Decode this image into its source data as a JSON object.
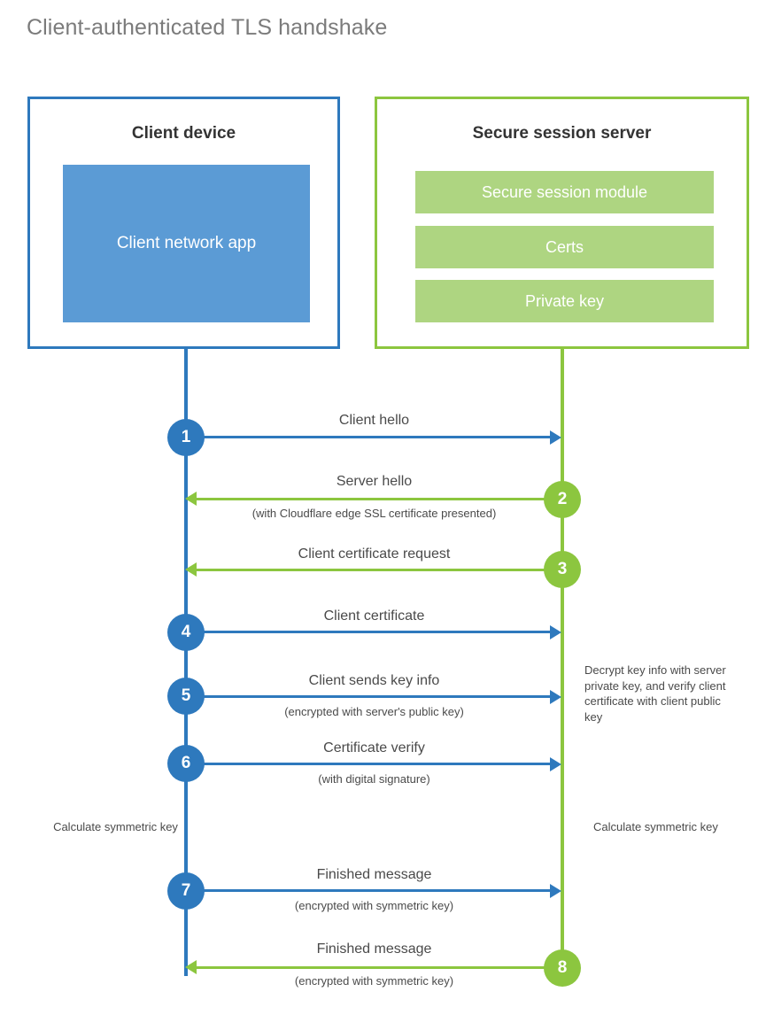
{
  "page": {
    "title": "Client-authenticated TLS handshake"
  },
  "colors": {
    "client_blue": "#2e79bd",
    "client_app_fill": "#5b9bd5",
    "server_green": "#8cc63f",
    "server_bar_fill": "#aed581",
    "text_gray": "#4a4a4a",
    "title_gray": "#7b7b7b"
  },
  "actors": {
    "client": {
      "title": "Client device",
      "components": [
        {
          "label": "Client network app"
        }
      ]
    },
    "server": {
      "title": "Secure session server",
      "components": [
        {
          "label": "Secure session module"
        },
        {
          "label": "Certs"
        },
        {
          "label": "Private key"
        }
      ]
    }
  },
  "steps": [
    {
      "number": "1",
      "label": "Client hello",
      "sublabel": "",
      "direction": "client-to-server",
      "color": "blue"
    },
    {
      "number": "2",
      "label": "Server hello",
      "sublabel": "(with Cloudflare edge SSL certificate presented)",
      "direction": "server-to-client",
      "color": "green"
    },
    {
      "number": "3",
      "label": "Client certificate request",
      "sublabel": "",
      "direction": "server-to-client",
      "color": "green"
    },
    {
      "number": "4",
      "label": "Client certificate",
      "sublabel": "",
      "direction": "client-to-server",
      "color": "blue"
    },
    {
      "number": "5",
      "label": "Client sends key info",
      "sublabel": "(encrypted with server's public key)",
      "direction": "client-to-server",
      "color": "blue"
    },
    {
      "number": "6",
      "label": "Certificate verify",
      "sublabel": "(with digital signature)",
      "direction": "client-to-server",
      "color": "blue"
    },
    {
      "number": "7",
      "label": "Finished message",
      "sublabel": "(encrypted with symmetric key)",
      "direction": "client-to-server",
      "color": "blue"
    },
    {
      "number": "8",
      "label": "Finished message",
      "sublabel": "(encrypted with symmetric key)",
      "direction": "server-to-client",
      "color": "green"
    }
  ],
  "notes": {
    "server_decrypt": "Decrypt key info with server private key, and verify client certificate with client public key",
    "client_calculate": "Calculate symmetric key",
    "server_calculate": "Calculate symmetric key"
  }
}
